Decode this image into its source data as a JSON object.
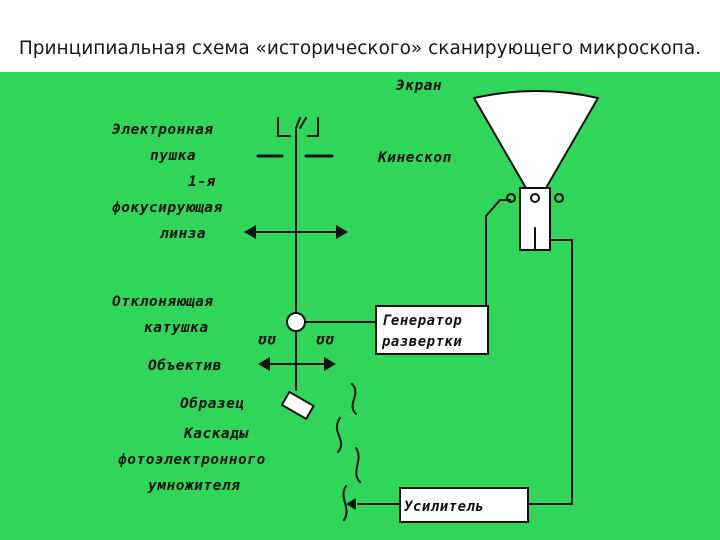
{
  "title": "Принципиальная схема «исторического» сканирующего микроскопа.",
  "colors": {
    "background": "#2fd65a",
    "ink": "#111111",
    "box_fill": "#ffffff"
  },
  "labels": {
    "screen": "Экран",
    "electron_gun_1": "Электронная",
    "electron_gun_2": "пушка",
    "lens_1": "1-я",
    "lens_2": "фокусирующая",
    "lens_3": "линза",
    "kinescope": "Кинескоп",
    "deflection_1": "Отклоняющая",
    "deflection_2": "катушка",
    "objective": "Объектив",
    "sample": "Образец",
    "pmt_1": "Каскады",
    "pmt_2": "фотоэлектронного",
    "pmt_3": "умножителя",
    "scan_generator_1": "Генератор",
    "scan_generator_2": "развертки",
    "amplifier": "Усилитель"
  }
}
